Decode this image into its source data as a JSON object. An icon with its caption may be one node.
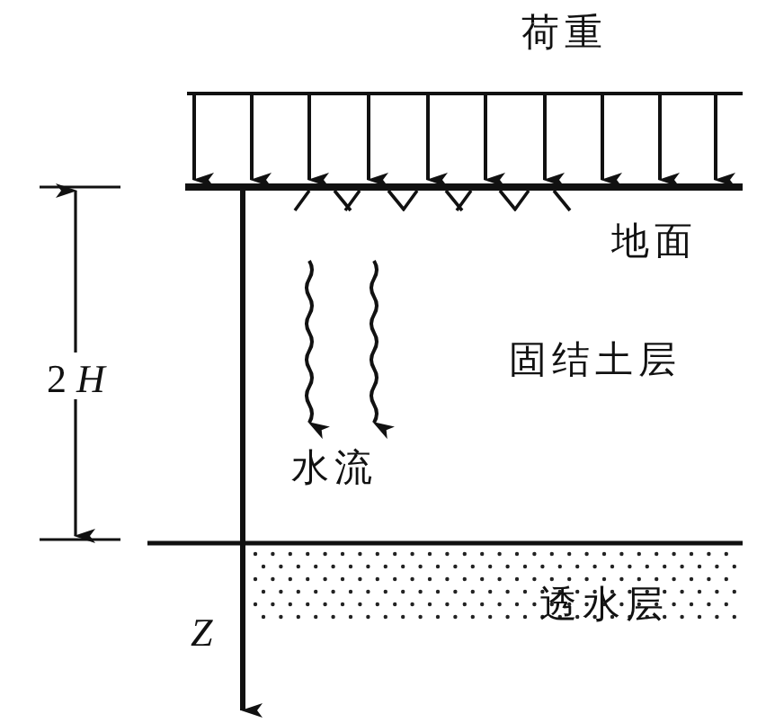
{
  "diagram": {
    "labels": [
      "荷重",
      "地面",
      "2 *H*",
      "固结土层",
      "水流",
      "透水层",
      "Z"
    ]
  }
}
